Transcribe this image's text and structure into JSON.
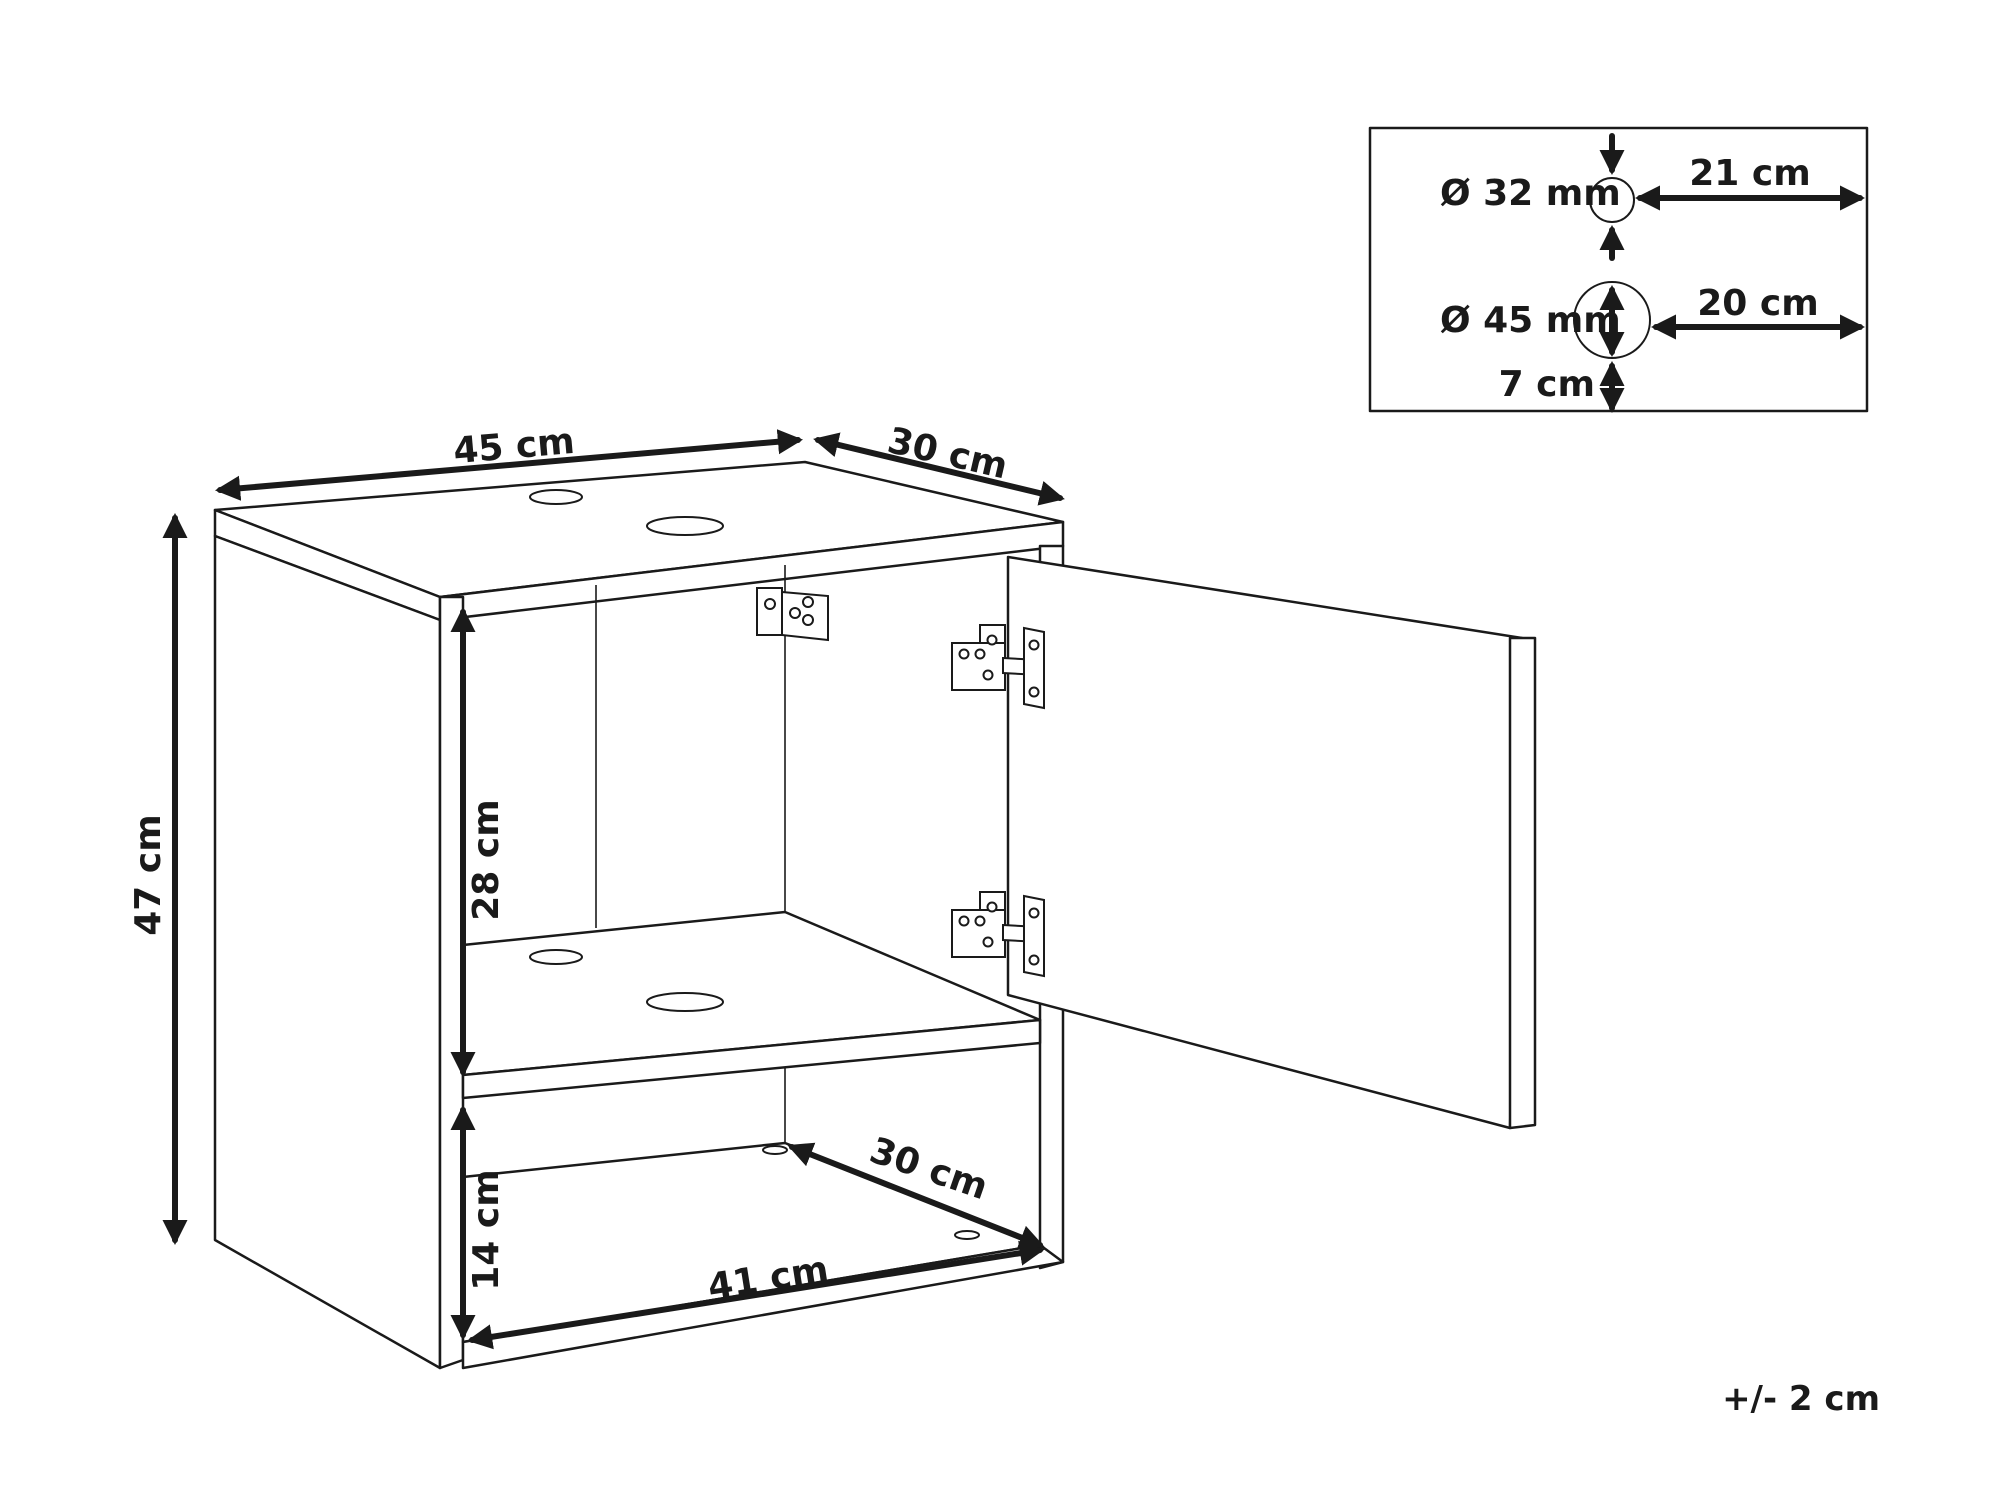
{
  "dimensions": {
    "width": "45 cm",
    "depth_top": "30 cm",
    "height": "47 cm",
    "upper_compartment": "28 cm",
    "lower_compartment": "14 cm",
    "inner_width": "41 cm",
    "inner_depth": "30 cm"
  },
  "holes": {
    "small_diameter": "Ø 32 mm",
    "small_offset": "21 cm",
    "large_diameter": "Ø 45 mm",
    "large_offset": "20 cm",
    "bottom_offset": "7 cm"
  },
  "tolerance": "+/- 2 cm"
}
